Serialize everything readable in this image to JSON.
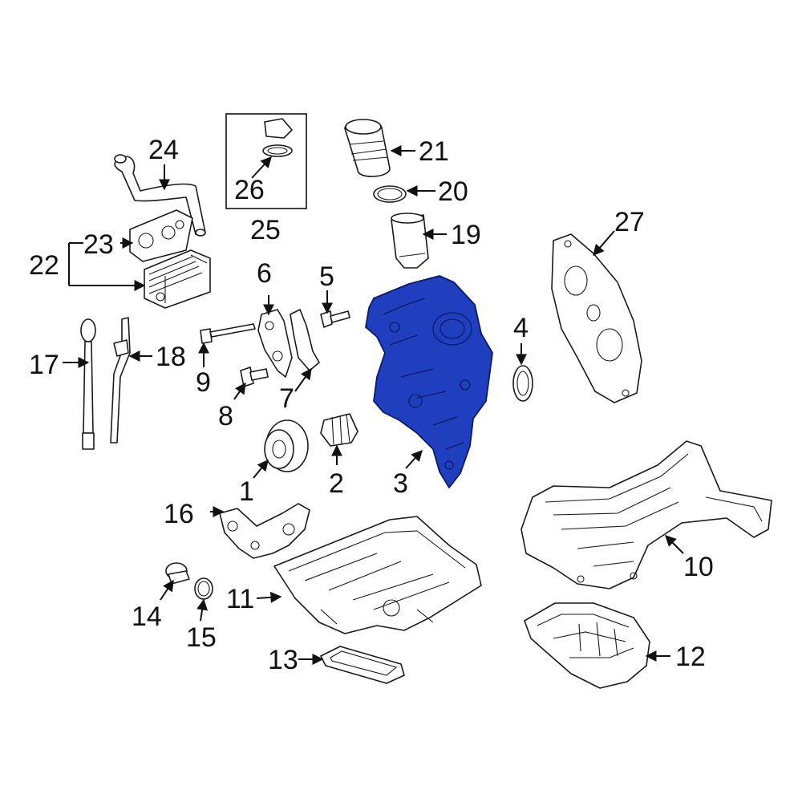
{
  "diagram": {
    "highlight_color": "#1f3fbf",
    "callouts": {
      "c1": "1",
      "c2": "2",
      "c3": "3",
      "c4": "4",
      "c5": "5",
      "c6": "6",
      "c7": "7",
      "c8": "8",
      "c9": "9",
      "c10": "10",
      "c11": "11",
      "c12": "12",
      "c13": "13",
      "c14": "14",
      "c15": "15",
      "c16": "16",
      "c17": "17",
      "c18": "18",
      "c19": "19",
      "c20": "20",
      "c21": "21",
      "c22": "22",
      "c23": "23",
      "c24": "24",
      "c25": "25",
      "c26": "26",
      "c27": "27"
    }
  }
}
